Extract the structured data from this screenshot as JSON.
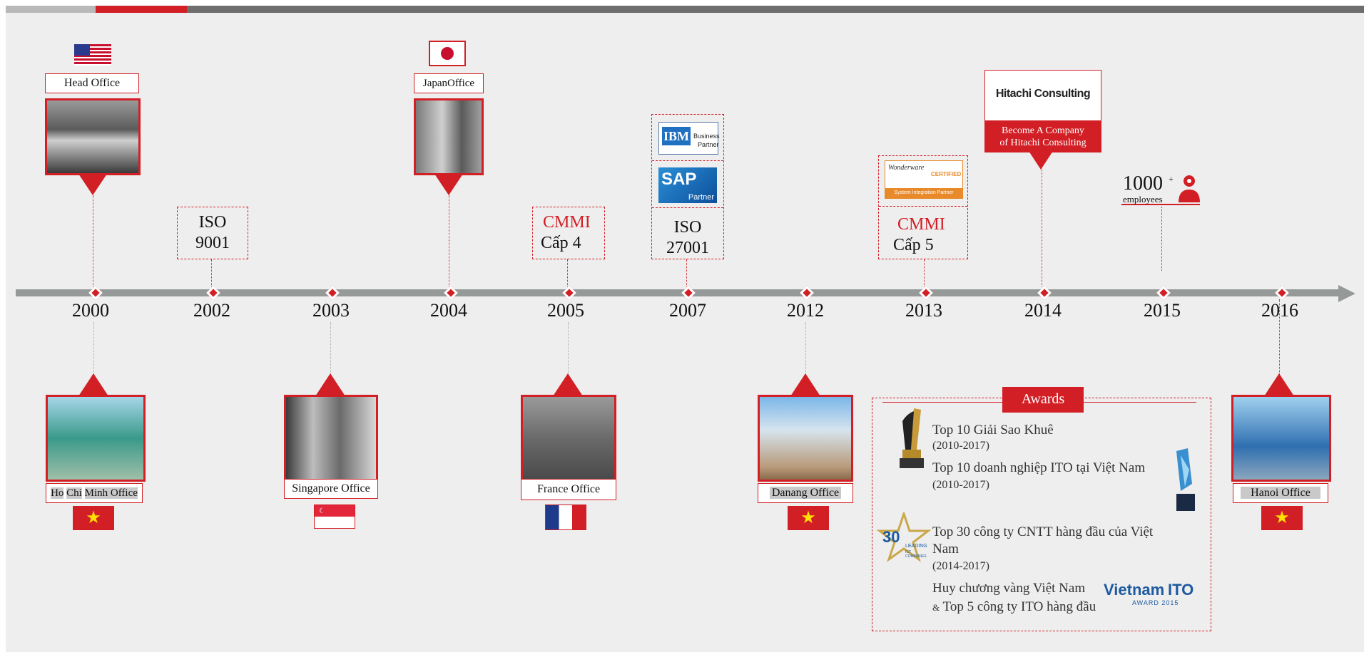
{
  "colors": {
    "accent": "#d21f25",
    "axis": "#959a99",
    "background": "#eeeeee"
  },
  "years": [
    "2000",
    "2002",
    "2003",
    "2004",
    "2005",
    "2007",
    "2012",
    "2013",
    "2014",
    "2015",
    "2016"
  ],
  "top": {
    "head_office": "Head Office",
    "japan_office": "JapanOffice",
    "iso9001": [
      "ISO",
      "9001"
    ],
    "cmmi4": [
      "CMMI",
      "Cấp 4"
    ],
    "ibm": [
      "IBM",
      "Business",
      "Partner"
    ],
    "sap": [
      "SAP",
      "Partner"
    ],
    "iso27001": [
      "ISO",
      "27001"
    ],
    "wonderware": [
      "Wonderware",
      "CERTIFIED",
      "System Integration Partner"
    ],
    "cmmi5": [
      "CMMI",
      "Cấp 5"
    ],
    "hitachi_logo": "Hitachi Consulting",
    "hitachi_text": [
      "Become A Company",
      "of Hitachi Consulting"
    ],
    "employees": [
      "1000",
      "+",
      "employees"
    ]
  },
  "bottom": {
    "hcm": [
      "Ho",
      "Chi",
      "Minh Office"
    ],
    "singapore": "Singapore Office",
    "france": "France Office",
    "danang": "Danang Office",
    "hanoi": "Hanoi Office"
  },
  "awards": {
    "title": "Awards",
    "items": [
      {
        "title": "Top 10 Giải Sao Khuê",
        "years": "(2010-2017)"
      },
      {
        "title": "Top 10 doanh  nghiệp ITO tại Việt Nam",
        "years": "(2010-2017)"
      },
      {
        "title": "Top 30 công ty CNTT hàng đầu của Việt Nam",
        "years": "(2014-2017)"
      },
      {
        "title": "Huy chương vàng Việt Nam",
        "extra_prefix": "&",
        "extra": "Top 5 công ty ITO hàng đầu"
      }
    ],
    "top30_logo": [
      "30",
      "LEADING",
      "ICT COMPANIES"
    ],
    "vietnam_ito": [
      "Vietnam",
      "ITO",
      "AWARD 2015"
    ]
  }
}
